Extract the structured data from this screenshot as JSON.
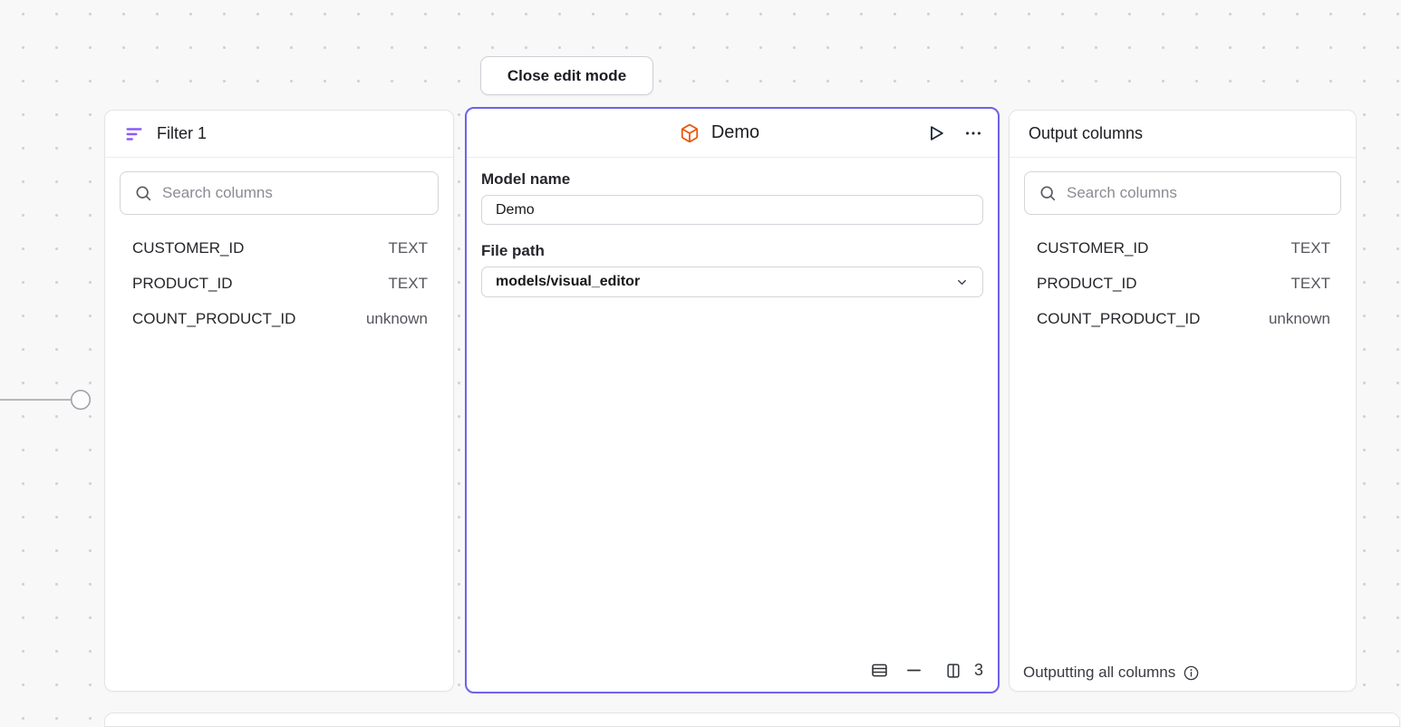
{
  "toolbar": {
    "close_button_label": "Close edit mode"
  },
  "filter_panel": {
    "title": "Filter 1",
    "search_placeholder": "Search columns",
    "columns": [
      {
        "name": "CUSTOMER_ID",
        "type": "TEXT"
      },
      {
        "name": "PRODUCT_ID",
        "type": "TEXT"
      },
      {
        "name": "COUNT_PRODUCT_ID",
        "type": "unknown"
      }
    ]
  },
  "model_panel": {
    "title": "Demo",
    "model_name_label": "Model name",
    "model_name_value": "Demo",
    "file_path_label": "File path",
    "file_path_value": "models/visual_editor",
    "column_count": "3"
  },
  "output_panel": {
    "title": "Output columns",
    "search_placeholder": "Search columns",
    "columns": [
      {
        "name": "CUSTOMER_ID",
        "type": "TEXT"
      },
      {
        "name": "PRODUCT_ID",
        "type": "TEXT"
      },
      {
        "name": "COUNT_PRODUCT_ID",
        "type": "unknown"
      }
    ],
    "footer_text": "Outputting all columns"
  },
  "colors": {
    "selected_border": "#6E62E8",
    "filter_icon": "#8B5CF6",
    "model_icon": "#E8590C"
  }
}
